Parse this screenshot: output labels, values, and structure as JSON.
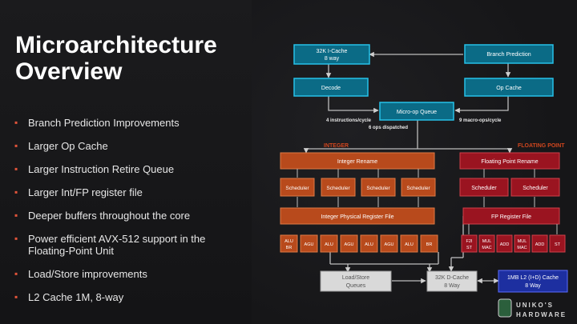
{
  "slide": {
    "title_line1": "Microarchitecture",
    "title_line2": "Overview",
    "bullets": [
      "Branch Prediction Improvements",
      "Larger Op Cache",
      "Larger Instruction Retire Queue",
      "Larger Int/FP register file",
      "Deeper buffers throughout the core",
      "Power efficient AVX-512 support in the Floating-Point Unit",
      "Load/Store improvements",
      "L2 Cache 1M, 8-way"
    ]
  },
  "diagram": {
    "icache_line1": "32K I-Cache",
    "icache_line2": "8 way",
    "branch_prediction": "Branch Prediction",
    "decode": "Decode",
    "op_cache": "Op Cache",
    "micro_op_queue": "Micro-op Queue",
    "decode_rate": "4 instructions/cycle",
    "opcache_rate": "9 macro-ops/cycle",
    "dispatch_rate": "6 ops dispatched",
    "integer_heading": "INTEGER",
    "fp_heading": "FLOATING POINT",
    "integer_rename": "Integer Rename",
    "fp_rename": "Floating Point Rename",
    "scheduler": "Scheduler",
    "int_prf": "Integer Physical Register File",
    "fp_rf": "FP Register File",
    "int_units": [
      [
        "ALU",
        "BR"
      ],
      [
        "AGU"
      ],
      [
        "ALU"
      ],
      [
        "AGU"
      ],
      [
        "ALU"
      ],
      [
        "AGU"
      ],
      [
        "ALU"
      ],
      [
        "BR"
      ]
    ],
    "fp_units": [
      [
        "F2I",
        "ST"
      ],
      [
        "MUL",
        "MAC"
      ],
      [
        "ADD"
      ],
      [
        "MUL",
        "MAC"
      ],
      [
        "ADD"
      ],
      [
        "ST"
      ]
    ],
    "lsq_line1": "Load/Store",
    "lsq_line2": "Queues",
    "dcache_line1": "32K D-Cache",
    "dcache_line2": "8 Way",
    "l2_line1": "1MB L2 (I+D) Cache",
    "l2_line2": "8 Way"
  },
  "watermark": {
    "line1": "UNIKO'S",
    "line2": "HARDWARE"
  },
  "colors": {
    "blue_box": "#0b6b86",
    "blue_border": "#26c1e8",
    "int_orange": "#b84a1c",
    "fp_red": "#9a1420",
    "l2_blue": "#1d2fa0",
    "heading_orange": "#d0461e"
  }
}
